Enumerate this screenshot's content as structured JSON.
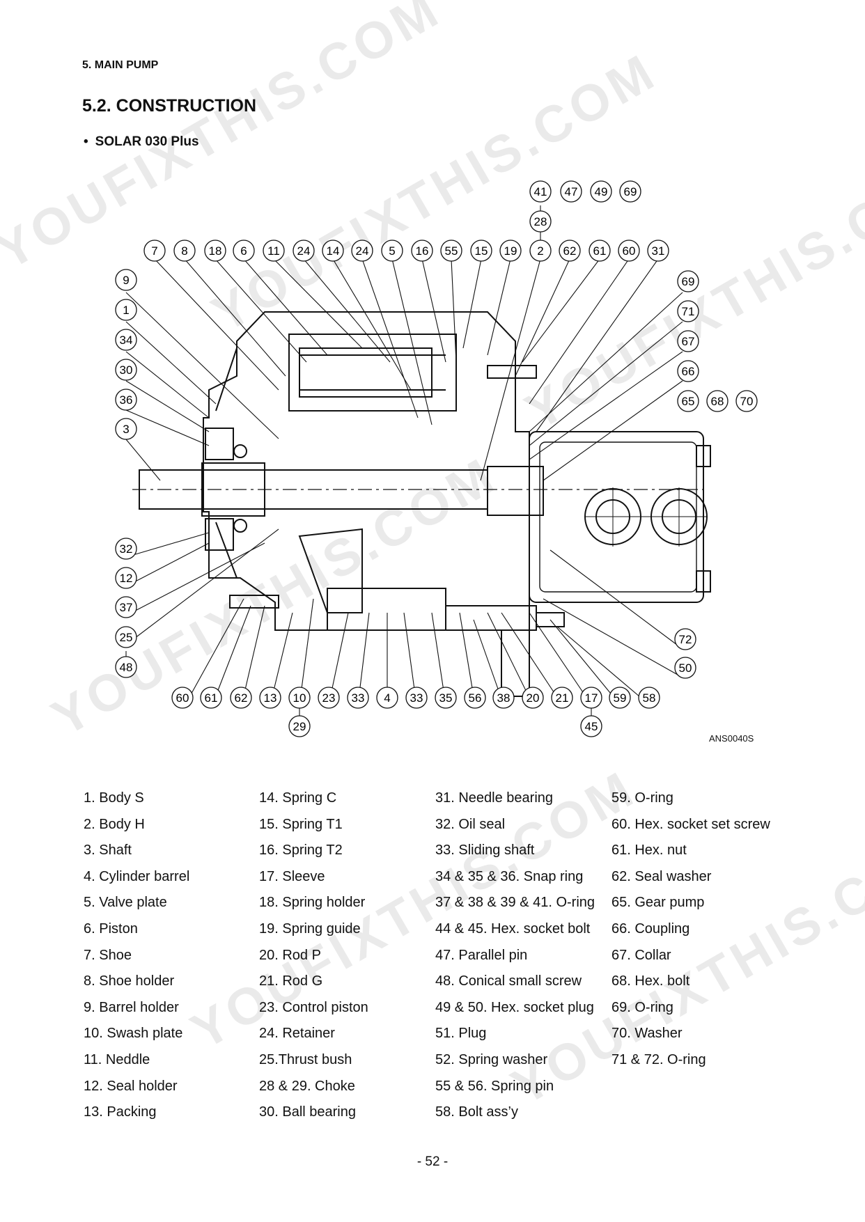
{
  "header": {
    "section_label": "5.  MAIN PUMP",
    "section_title": "5.2.  CONSTRUCTION",
    "model_bullet": "•",
    "model": "SOLAR 030 Plus"
  },
  "diagram": {
    "drawing_code": "ANS0040S",
    "callouts": {
      "top_group": [
        "41",
        "47",
        "49",
        "69"
      ],
      "top_group_sub": "28",
      "top_row": [
        "7",
        "8",
        "18",
        "6",
        "11",
        "24",
        "14",
        "24",
        "5",
        "16",
        "55",
        "15",
        "19",
        "2",
        "62",
        "61",
        "60",
        "31"
      ],
      "left_column": [
        "9",
        "1",
        "34",
        "30",
        "36",
        "3",
        "32",
        "12",
        "37",
        "25",
        "48"
      ],
      "right_column": [
        "69",
        "71",
        "67",
        "66"
      ],
      "right_group": [
        "65",
        "68",
        "70"
      ],
      "right_lower": [
        "72",
        "50"
      ],
      "bottom_row": [
        "60",
        "61",
        "62",
        "13",
        "10",
        "23",
        "33",
        "4",
        "33",
        "35",
        "56",
        "38",
        "20",
        "21",
        "17",
        "59",
        "58"
      ],
      "bottom_sub_left": "29",
      "bottom_sub_right": "45"
    },
    "watermark_text": "YOUFIXTHIS.COM"
  },
  "parts_list": {
    "columns": [
      [
        "1.   Body S",
        "2.   Body H",
        "3.   Shaft",
        "4.   Cylinder barrel",
        "5.   Valve plate",
        "6.   Piston",
        "7.   Shoe",
        "8.   Shoe holder",
        "9.   Barrel holder",
        "10. Swash plate",
        "11. Neddle",
        "12. Seal holder",
        "13. Packing"
      ],
      [
        "14. Spring C",
        "15. Spring T1",
        "16. Spring T2",
        "17. Sleeve",
        "18. Spring holder",
        "19. Spring guide",
        "20. Rod P",
        "21. Rod G",
        "23. Control piston",
        "24. Retainer",
        "25.Thrust bush",
        "28 & 29. Choke",
        "30. Ball bearing"
      ],
      [
        "31. Needle bearing",
        "32. Oil seal",
        "33. Sliding shaft",
        "34 & 35 & 36. Snap ring",
        "37 & 38 & 39 & 41. O-ring",
        "44 & 45. Hex. socket bolt",
        "47. Parallel pin",
        "48. Conical small screw",
        "49 & 50. Hex. socket plug",
        "51. Plug",
        "52. Spring washer",
        "55 & 56. Spring pin",
        "58. Bolt ass’y"
      ],
      [
        "59. O-ring",
        "60. Hex. socket set screw",
        "61. Hex. nut",
        "62. Seal washer",
        "65. Gear pump",
        "66. Coupling",
        "67. Collar",
        "68. Hex. bolt",
        "69. O-ring",
        "70. Washer",
        "71 & 72. O-ring"
      ]
    ]
  },
  "footer": {
    "page_number": "- 52 -"
  }
}
